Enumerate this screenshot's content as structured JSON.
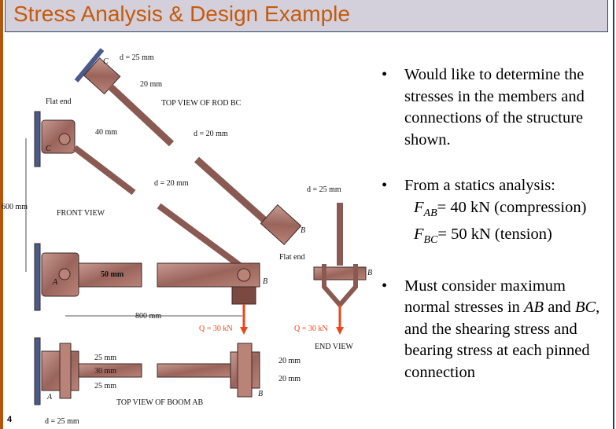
{
  "title": "Stress Analysis & Design Example",
  "page_number": "4",
  "bullets": [
    {
      "text": "Would like to determine the stresses in the members and connections of the structure shown."
    },
    {
      "text": "From a statics analysis:",
      "lines": [
        {
          "var": "F",
          "sub": "AB",
          "rest": "= 40 kN (compression)"
        },
        {
          "var": "F",
          "sub": "BC",
          "rest": "= 50 kN (tension)"
        }
      ]
    },
    {
      "parts": [
        "Must consider maximum normal stresses in ",
        "AB",
        " and ",
        "BC",
        ", and the shearing stress and bearing stress at each pinned connection"
      ]
    }
  ],
  "diagram": {
    "labels": {
      "d25_top": "d = 25 mm",
      "mm20_top": "20 mm",
      "flat_end_1": "Flat end",
      "top_view_rod": "TOP VIEW OF ROD BC",
      "mm40": "40 mm",
      "d20_a": "d = 20 mm",
      "d20_b": "d = 20 mm",
      "d25_b": "d = 25 mm",
      "mm600": "600 mm",
      "front_view": "FRONT VIEW",
      "flat_end_2": "Flat end",
      "mm50": "50 mm",
      "mm800": "800 mm",
      "q1": "Q = 30 kN",
      "q2": "Q = 30 kN",
      "end_view": "END VIEW",
      "mm25_a": "25 mm",
      "mm30": "30 mm",
      "mm25_b": "25 mm",
      "mm20_a": "20 mm",
      "mm20_b": "20 mm",
      "top_view_boom": "TOP VIEW OF BOOM AB",
      "d25_bottom": "d = 25 mm",
      "C1": "C",
      "C2": "C",
      "A1": "A",
      "A2": "A",
      "B1": "B",
      "B2": "B",
      "B3": "B",
      "B4": "B"
    },
    "colors": {
      "steel": "#a8736a",
      "wall": "#4a5a8a",
      "force": "#e8471a"
    }
  }
}
